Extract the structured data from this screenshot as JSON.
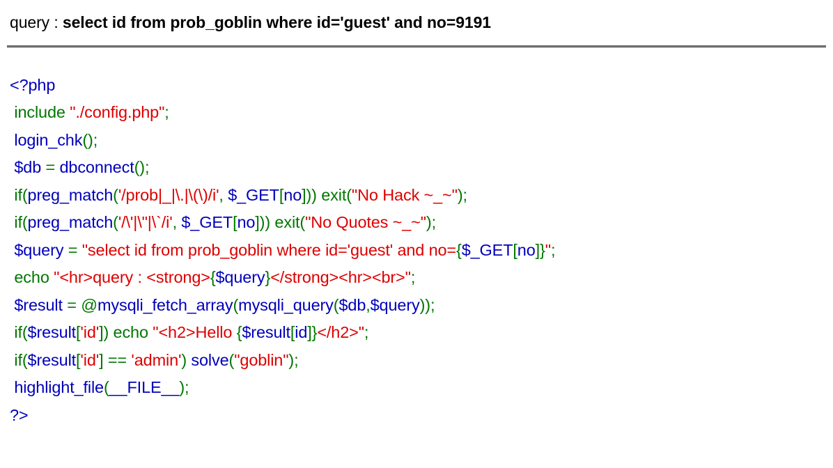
{
  "page": {
    "query_label": "query : ",
    "query_value": "select id from prob_goblin where id='guest' and no=9191"
  },
  "colors": {
    "default": "#0000BB",
    "keyword": "#007700",
    "string": "#DD0000",
    "comment": "#FF8000",
    "html": "#000000",
    "rule": "#6E6E6E",
    "background": "#FFFFFF"
  },
  "code": {
    "language": "php",
    "lines": [
      {
        "id": "line-open-tag",
        "tokens": [
          {
            "t": "<?php",
            "c": "default"
          }
        ]
      },
      {
        "id": "line-include",
        "tokens": [
          {
            "t": " ",
            "c": "default"
          },
          {
            "t": "include ",
            "c": "keyword"
          },
          {
            "t": "\"./config.php\"",
            "c": "string"
          },
          {
            "t": ";",
            "c": "keyword"
          }
        ]
      },
      {
        "id": "line-login-chk",
        "tokens": [
          {
            "t": " ",
            "c": "default"
          },
          {
            "t": "login_chk",
            "c": "default"
          },
          {
            "t": "();",
            "c": "keyword"
          }
        ]
      },
      {
        "id": "line-dbconnect",
        "tokens": [
          {
            "t": " ",
            "c": "default"
          },
          {
            "t": "$db ",
            "c": "default"
          },
          {
            "t": "= ",
            "c": "keyword"
          },
          {
            "t": "dbconnect",
            "c": "default"
          },
          {
            "t": "();",
            "c": "keyword"
          }
        ]
      },
      {
        "id": "line-preg-no-hack",
        "tokens": [
          {
            "t": " ",
            "c": "default"
          },
          {
            "t": "if",
            "c": "keyword"
          },
          {
            "t": "(",
            "c": "keyword"
          },
          {
            "t": "preg_match",
            "c": "default"
          },
          {
            "t": "(",
            "c": "keyword"
          },
          {
            "t": "'/prob|_|\\.|\\(\\)/i'",
            "c": "string"
          },
          {
            "t": ", ",
            "c": "keyword"
          },
          {
            "t": "$_GET",
            "c": "default"
          },
          {
            "t": "[",
            "c": "keyword"
          },
          {
            "t": "no",
            "c": "default"
          },
          {
            "t": "])) ",
            "c": "keyword"
          },
          {
            "t": "exit",
            "c": "keyword"
          },
          {
            "t": "(",
            "c": "keyword"
          },
          {
            "t": "\"No Hack ~_~\"",
            "c": "string"
          },
          {
            "t": ");",
            "c": "keyword"
          }
        ]
      },
      {
        "id": "line-preg-no-quotes",
        "tokens": [
          {
            "t": " ",
            "c": "default"
          },
          {
            "t": "if",
            "c": "keyword"
          },
          {
            "t": "(",
            "c": "keyword"
          },
          {
            "t": "preg_match",
            "c": "default"
          },
          {
            "t": "(",
            "c": "keyword"
          },
          {
            "t": "'/\\'|\\\"|\\`/i'",
            "c": "string"
          },
          {
            "t": ", ",
            "c": "keyword"
          },
          {
            "t": "$_GET",
            "c": "default"
          },
          {
            "t": "[",
            "c": "keyword"
          },
          {
            "t": "no",
            "c": "default"
          },
          {
            "t": "])) ",
            "c": "keyword"
          },
          {
            "t": "exit",
            "c": "keyword"
          },
          {
            "t": "(",
            "c": "keyword"
          },
          {
            "t": "\"No Quotes ~_~\"",
            "c": "string"
          },
          {
            "t": ");",
            "c": "keyword"
          }
        ]
      },
      {
        "id": "line-query-assign",
        "tokens": [
          {
            "t": " ",
            "c": "default"
          },
          {
            "t": "$query ",
            "c": "default"
          },
          {
            "t": "= ",
            "c": "keyword"
          },
          {
            "t": "\"select id from prob_goblin where id='guest' and no=",
            "c": "string"
          },
          {
            "t": "{",
            "c": "keyword"
          },
          {
            "t": "$_GET",
            "c": "default"
          },
          {
            "t": "[",
            "c": "keyword"
          },
          {
            "t": "no",
            "c": "default"
          },
          {
            "t": "]",
            "c": "keyword"
          },
          {
            "t": "}",
            "c": "keyword"
          },
          {
            "t": "\"",
            "c": "string"
          },
          {
            "t": ";",
            "c": "keyword"
          }
        ]
      },
      {
        "id": "line-echo-query",
        "tokens": [
          {
            "t": " ",
            "c": "default"
          },
          {
            "t": "echo ",
            "c": "keyword"
          },
          {
            "t": "\"<hr>query : <strong>",
            "c": "string"
          },
          {
            "t": "{",
            "c": "keyword"
          },
          {
            "t": "$query",
            "c": "default"
          },
          {
            "t": "}",
            "c": "keyword"
          },
          {
            "t": "</strong><hr><br>\"",
            "c": "string"
          },
          {
            "t": ";",
            "c": "keyword"
          }
        ]
      },
      {
        "id": "line-result-fetch",
        "tokens": [
          {
            "t": " ",
            "c": "default"
          },
          {
            "t": "$result ",
            "c": "default"
          },
          {
            "t": "= @",
            "c": "keyword"
          },
          {
            "t": "mysqli_fetch_array",
            "c": "default"
          },
          {
            "t": "(",
            "c": "keyword"
          },
          {
            "t": "mysqli_query",
            "c": "default"
          },
          {
            "t": "(",
            "c": "keyword"
          },
          {
            "t": "$db",
            "c": "default"
          },
          {
            "t": ",",
            "c": "keyword"
          },
          {
            "t": "$query",
            "c": "default"
          },
          {
            "t": "));",
            "c": "keyword"
          }
        ]
      },
      {
        "id": "line-echo-hello",
        "tokens": [
          {
            "t": " ",
            "c": "default"
          },
          {
            "t": "if",
            "c": "keyword"
          },
          {
            "t": "(",
            "c": "keyword"
          },
          {
            "t": "$result",
            "c": "default"
          },
          {
            "t": "[",
            "c": "keyword"
          },
          {
            "t": "'id'",
            "c": "string"
          },
          {
            "t": "]) ",
            "c": "keyword"
          },
          {
            "t": "echo ",
            "c": "keyword"
          },
          {
            "t": "\"<h2>Hello ",
            "c": "string"
          },
          {
            "t": "{",
            "c": "keyword"
          },
          {
            "t": "$result",
            "c": "default"
          },
          {
            "t": "[",
            "c": "keyword"
          },
          {
            "t": "id",
            "c": "default"
          },
          {
            "t": "]",
            "c": "keyword"
          },
          {
            "t": "}",
            "c": "keyword"
          },
          {
            "t": "</h2>\"",
            "c": "string"
          },
          {
            "t": ";",
            "c": "keyword"
          }
        ]
      },
      {
        "id": "line-solve-admin",
        "tokens": [
          {
            "t": " ",
            "c": "default"
          },
          {
            "t": "if",
            "c": "keyword"
          },
          {
            "t": "(",
            "c": "keyword"
          },
          {
            "t": "$result",
            "c": "default"
          },
          {
            "t": "[",
            "c": "keyword"
          },
          {
            "t": "'id'",
            "c": "string"
          },
          {
            "t": "] == ",
            "c": "keyword"
          },
          {
            "t": "'admin'",
            "c": "string"
          },
          {
            "t": ") ",
            "c": "keyword"
          },
          {
            "t": "solve",
            "c": "default"
          },
          {
            "t": "(",
            "c": "keyword"
          },
          {
            "t": "\"goblin\"",
            "c": "string"
          },
          {
            "t": ");",
            "c": "keyword"
          }
        ]
      },
      {
        "id": "line-highlight-file",
        "tokens": [
          {
            "t": " ",
            "c": "default"
          },
          {
            "t": "highlight_file",
            "c": "default"
          },
          {
            "t": "(",
            "c": "keyword"
          },
          {
            "t": "__FILE__",
            "c": "default"
          },
          {
            "t": ");",
            "c": "keyword"
          }
        ]
      },
      {
        "id": "line-close-tag",
        "tokens": [
          {
            "t": "?>",
            "c": "default"
          }
        ]
      }
    ]
  }
}
